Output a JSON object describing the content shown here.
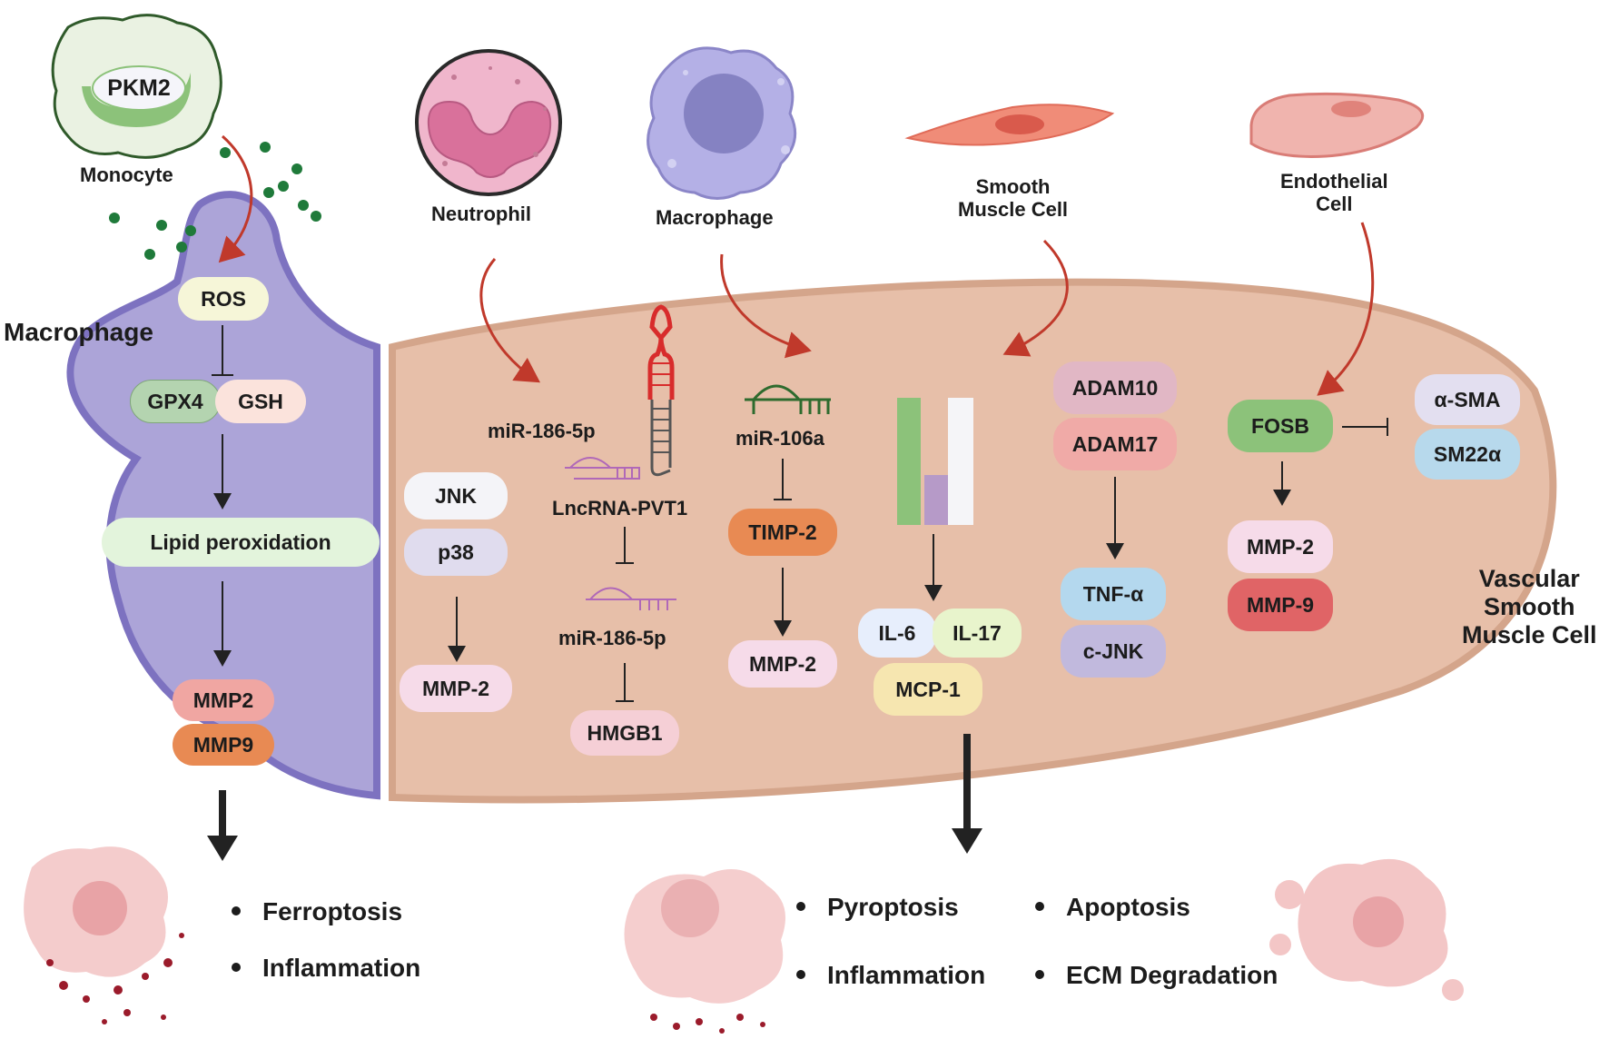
{
  "cells": {
    "monocyte": "Monocyte",
    "monocyte_protein": "PKM2",
    "neutrophil": "Neutrophil",
    "macrophage_top": "Macrophage",
    "smooth_muscle_cell": "Smooth\nMuscle Cell",
    "endothelial_cell": "Endothelial\nCell"
  },
  "left_panel": {
    "title": "Macrophage",
    "ros": "ROS",
    "gpx4": "GPX4",
    "gsh": "GSH",
    "lipid_peroxidation": "Lipid peroxidation",
    "mmp2": "MMP2",
    "mmp9": "MMP9"
  },
  "vsmc": {
    "title": "Vascular\nSmooth\nMuscle Cell",
    "jnk": "JNK",
    "p38": "p38",
    "mmp2_a": "MMP-2",
    "mir186_top": "miR-186-5p",
    "lncrna": "LncRNA-PVT1",
    "mir186_bottom": "miR-186-5p",
    "hmgb1": "HMGB1",
    "mir106a": "miR-106a",
    "timp2": "TIMP-2",
    "mmp2_b": "MMP-2",
    "il6": "IL-6",
    "il17": "IL-17",
    "mcp1": "MCP-1",
    "adam10": "ADAM10",
    "adam17": "ADAM17",
    "tnfa": "TNF-α",
    "cjnk": "c-JNK",
    "fosb": "FOSB",
    "asma": "α-SMA",
    "sm22a": "SM22α",
    "mmp2_c": "MMP-2",
    "mmp9": "MMP-9"
  },
  "outcomes_left": [
    "Ferroptosis",
    "Inflammation"
  ],
  "outcomes_right": [
    "Pyroptosis",
    "Inflammation",
    "Apoptosis",
    "ECM Degradation"
  ],
  "colors": {
    "macrophage_body": "#aca4d8",
    "macrophage_border": "#7d72c0",
    "vsmc_body": "#e7bfa9",
    "red_arrow": "#c0392b"
  }
}
